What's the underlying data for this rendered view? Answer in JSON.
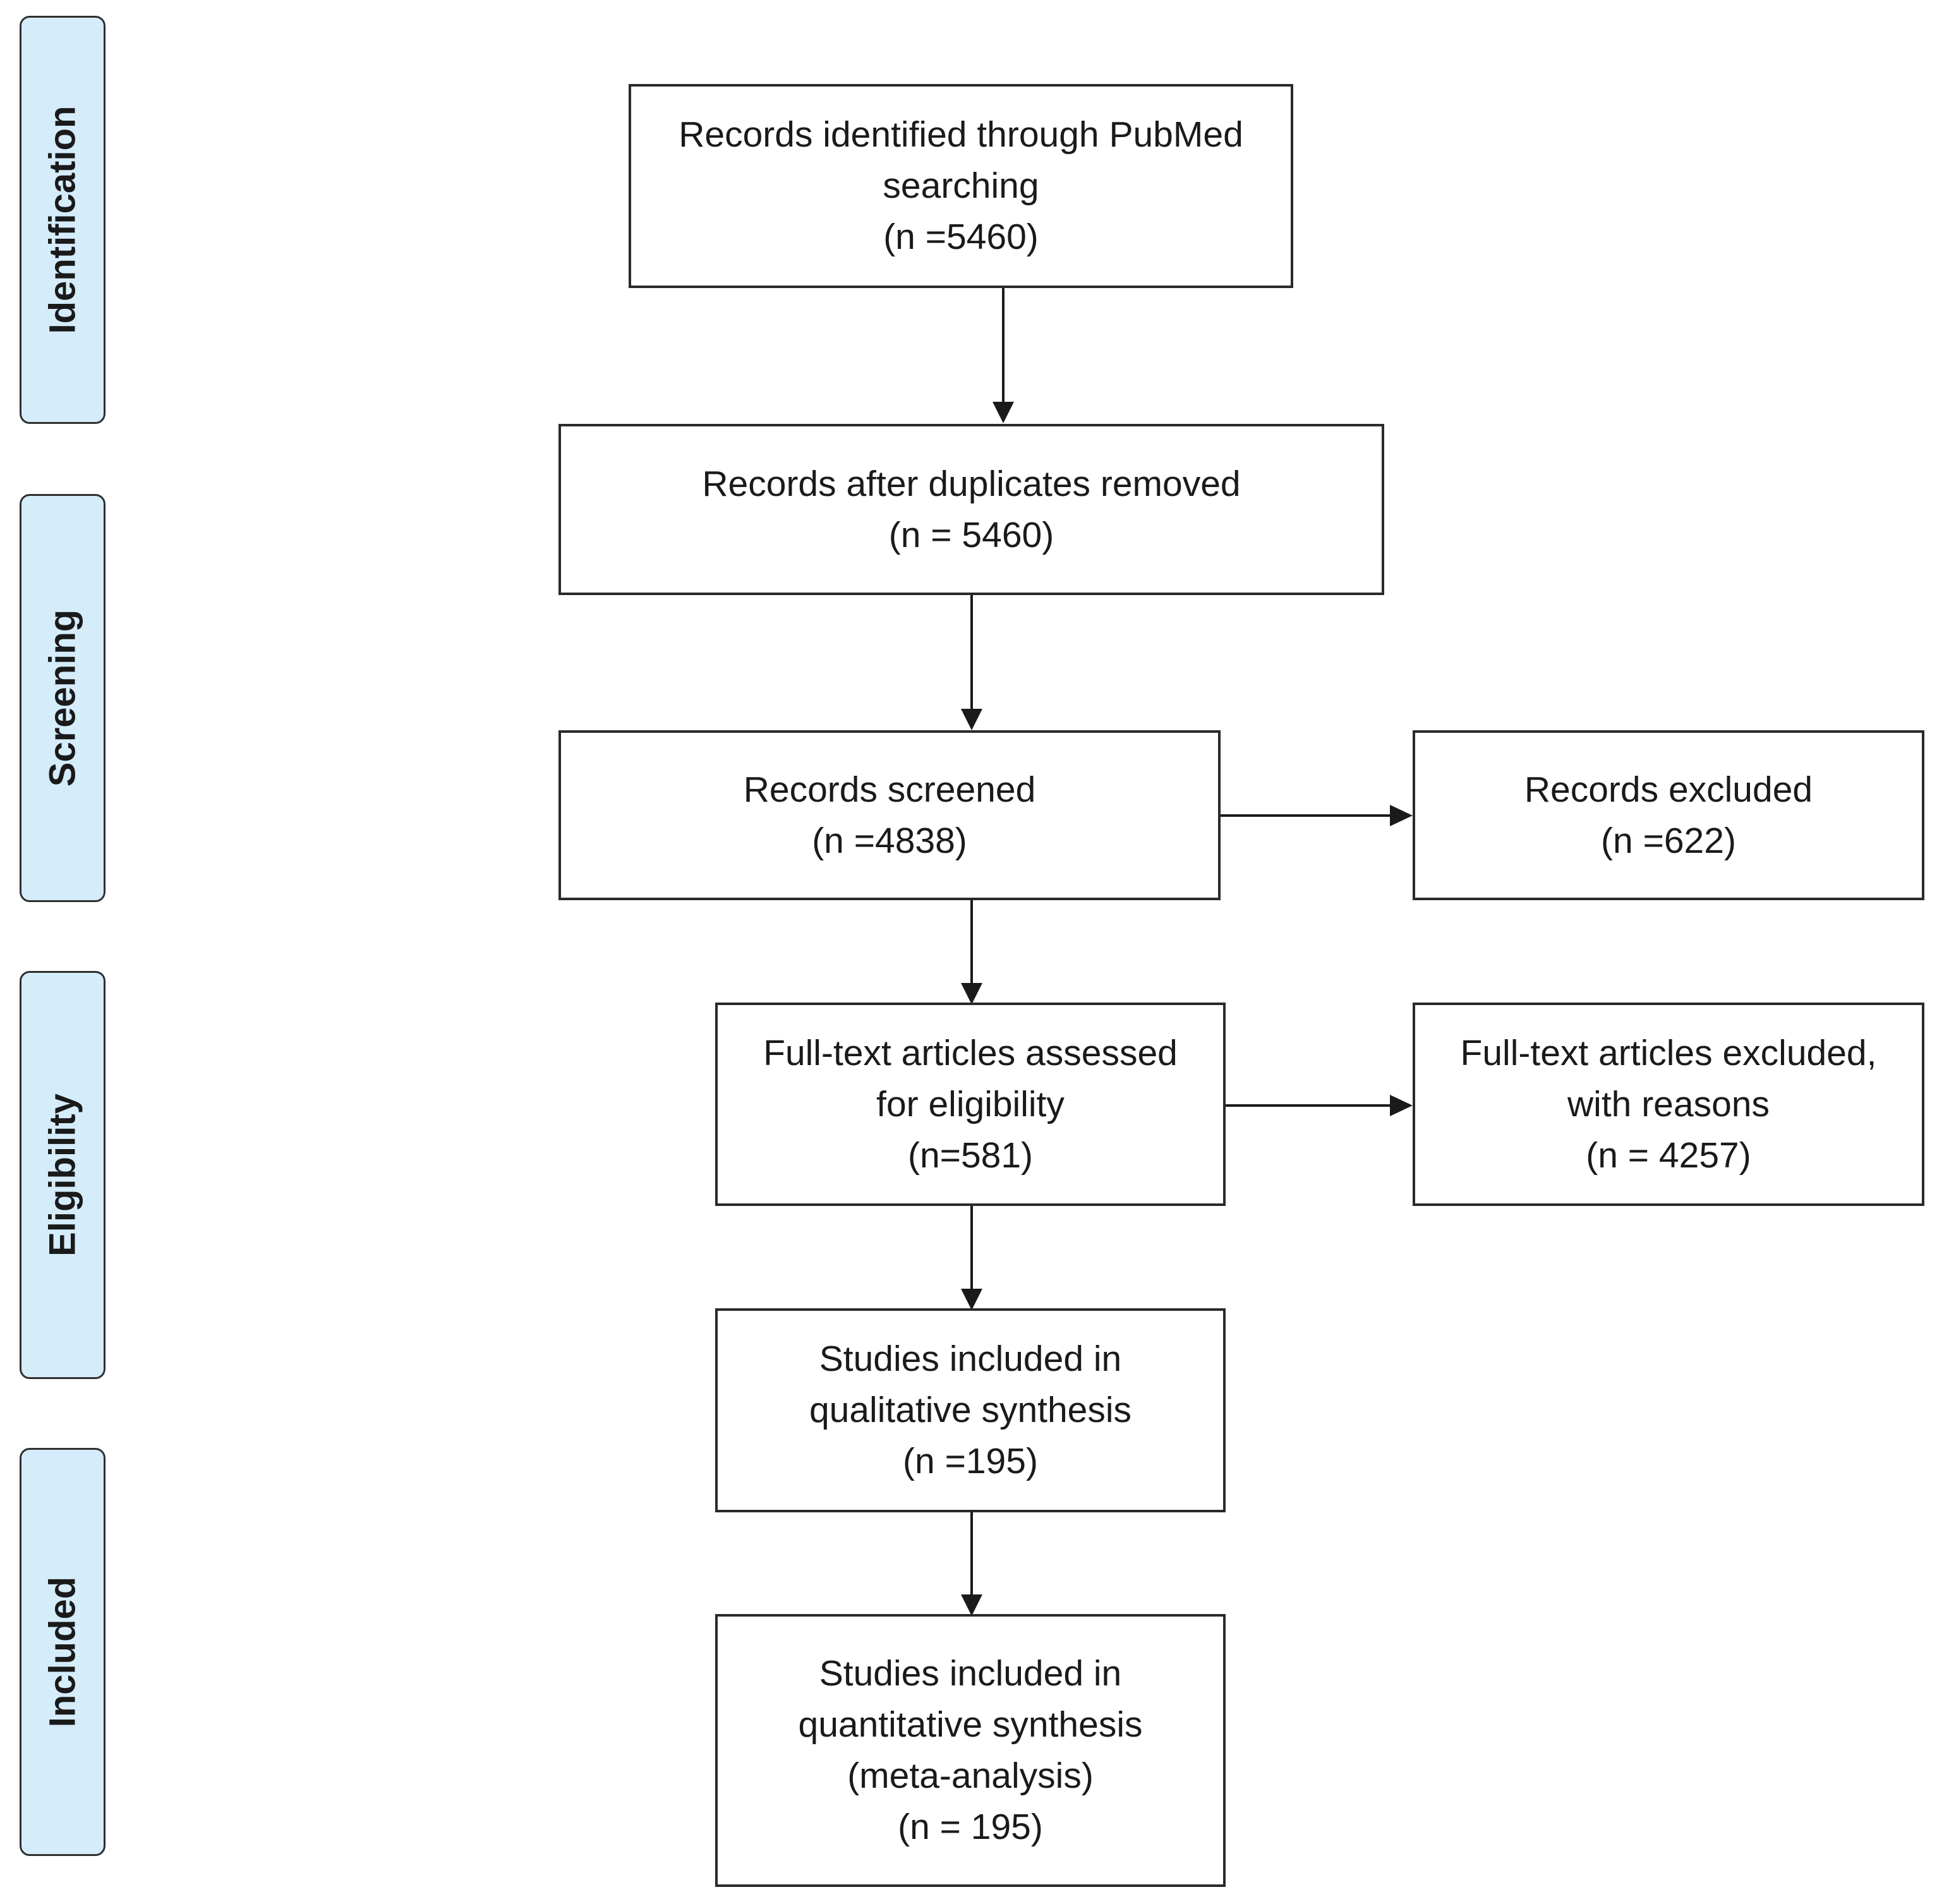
{
  "stages": {
    "identification": "Identification",
    "screening": "Screening",
    "eligibility": "Eligibility",
    "included": "Included"
  },
  "boxes": {
    "identified": {
      "line1": "Records identified through PubMed",
      "line2": "searching",
      "count": "(n =5460)"
    },
    "duplicates": {
      "line1": "Records after duplicates removed",
      "count": "(n = 5460)"
    },
    "screened": {
      "line1": "Records screened",
      "count": "(n =4838)"
    },
    "excluded": {
      "line1": "Records excluded",
      "count": "(n =622)"
    },
    "fulltext": {
      "line1": "Full-text articles assessed",
      "line2": "for eligibility",
      "count": "(n=581)"
    },
    "fulltext_excluded": {
      "line1": "Full-text articles excluded,",
      "line2": "with reasons",
      "count": "(n = 4257)"
    },
    "qualitative": {
      "line1": "Studies included in",
      "line2": "qualitative synthesis",
      "count": "(n =195)"
    },
    "quantitative": {
      "line1": "Studies included in",
      "line2": "quantitative synthesis",
      "line3": "(meta-analysis)",
      "count": "(n = 195)"
    }
  },
  "colors": {
    "stage_fill": "#d5ecfb",
    "border": "#2a2a2a",
    "arrow": "#1a1a1a"
  }
}
